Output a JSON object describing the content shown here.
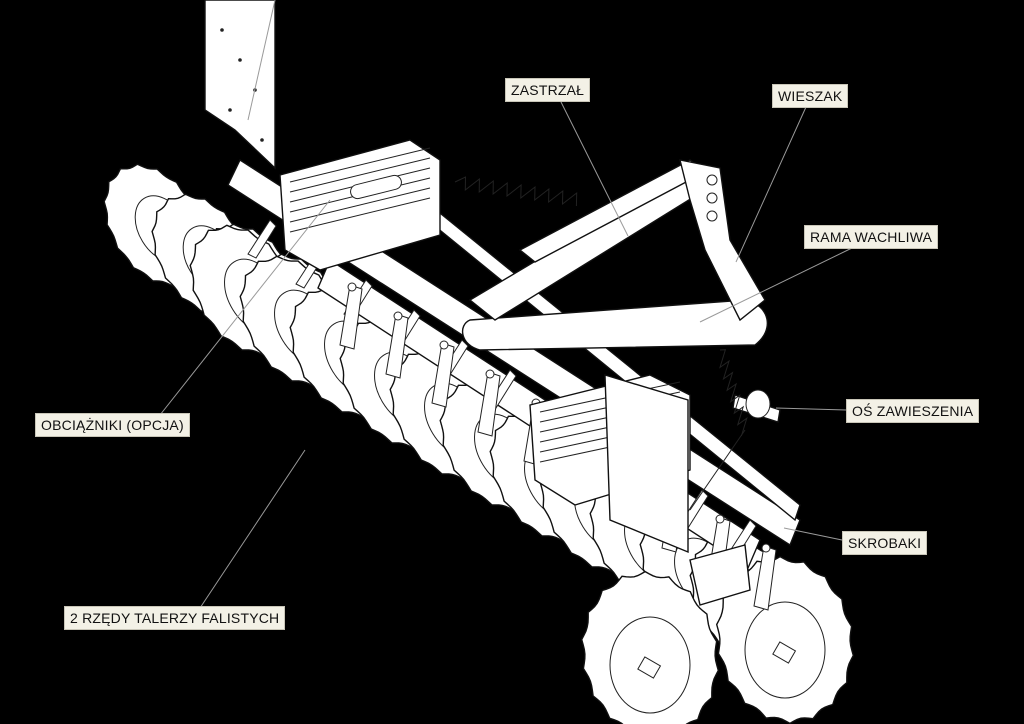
{
  "diagram": {
    "labels": {
      "zastrzal": "ZASTRZAŁ",
      "wieszak": "WIESZAK",
      "rama": "RAMA WACHLIWA",
      "os": "OŚ ZAWIESZENIA",
      "skrobaki": "SKROBAKI",
      "obciazniki": "OBCIĄŻNIKI (OPCJA)",
      "talerze": "2 RZĘDY TALERZY FALISTYCH"
    },
    "colors": {
      "background": "#000000",
      "line": "#ffffff",
      "label_bg": "#f3f1e6"
    }
  }
}
